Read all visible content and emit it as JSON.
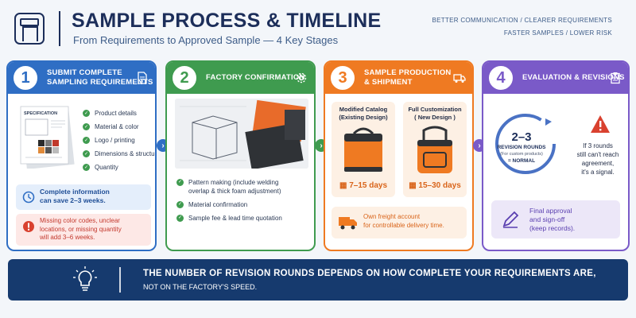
{
  "header": {
    "title": "SAMPLE PROCESS & TIMELINE",
    "subtitle": "From Requirements to Approved Sample — 4 Key Stages",
    "tagline_1": "BETTER COMMUNICATION   /   CLEARER REQUIREMENTS",
    "tagline_2": "FASTER SAMPLES   /   LOWER RISK",
    "icon": "box-icon"
  },
  "stages": [
    {
      "number": "1",
      "title": "SUBMIT COMPLETE SAMPLING REQUIREMENTS",
      "title_l1": "SUBMIT COMPLETE",
      "title_l2": "SAMPLING REQUIREMENTS",
      "color": "#2f6ec4",
      "icon": "document-icon",
      "sheet_label": "SPECIFICATION",
      "items": [
        "Product details",
        "Material & color",
        "Logo / printing",
        "Dimensions & structure",
        "Quantity"
      ],
      "info_good": {
        "icon": "clock-icon",
        "l1": "Complete information",
        "l2": "can save 2–3 weeks."
      },
      "info_bad": {
        "icon": "warning-icon",
        "l1": "Missing color codes, unclear",
        "l2": "locations, or missing quantity",
        "l3": "will add 3–6 weeks."
      }
    },
    {
      "number": "2",
      "title": "FACTORY CONFIRMATION",
      "color": "#3f9b4f",
      "icon": "gear-icon",
      "items": [
        {
          "l1": "Pattern making (include welding",
          "l2": "overlap & thick foam adjustment)"
        },
        {
          "l1": "Material confirmation",
          "l2": ""
        },
        {
          "l1": "Sample fee & lead time quotation",
          "l2": ""
        }
      ]
    },
    {
      "number": "3",
      "title": "SAMPLE PRODUCTION & SHIPMENT",
      "title_l1": "SAMPLE PRODUCTION",
      "title_l2": "& SHIPMENT",
      "color": "#ef7a22",
      "icon": "truck-icon",
      "options": [
        {
          "l1": "Modified Catalog",
          "l2": "(Existing Design)",
          "days": "7–15 days",
          "icon": "calendar-icon"
        },
        {
          "l1": "Full Customization",
          "l2": "( New Design )",
          "days": "15–30 days",
          "icon": "calendar-icon"
        }
      ],
      "freight": {
        "l1": "Own freight account",
        "l2": "for controllable delivery time.",
        "icon": "delivery-truck-icon"
      }
    },
    {
      "number": "4",
      "title": "EVALUATION & REVISIONS",
      "color": "#7a5ac8",
      "icon": "clipboard-icon",
      "rounds": "2–3",
      "rounds_label": "REVISION ROUNDS",
      "rounds_sub": "(For custom products)",
      "rounds_norm": "= NORMAL",
      "warning_l1": "If 3 rounds",
      "warning_l2": "still can't reach",
      "warning_l3": "agreement,",
      "warning_l4": "it's a signal.",
      "approval_l1": "Final approval",
      "approval_l2": "and sign-off",
      "approval_l3": "(keep records)."
    }
  ],
  "banner": {
    "main": "THE NUMBER OF REVISION ROUNDS DEPENDS ON HOW COMPLETE YOUR REQUIREMENTS ARE,",
    "sub": "NOT ON THE FACTORY'S SPEED.",
    "icon": "lightbulb-icon"
  }
}
